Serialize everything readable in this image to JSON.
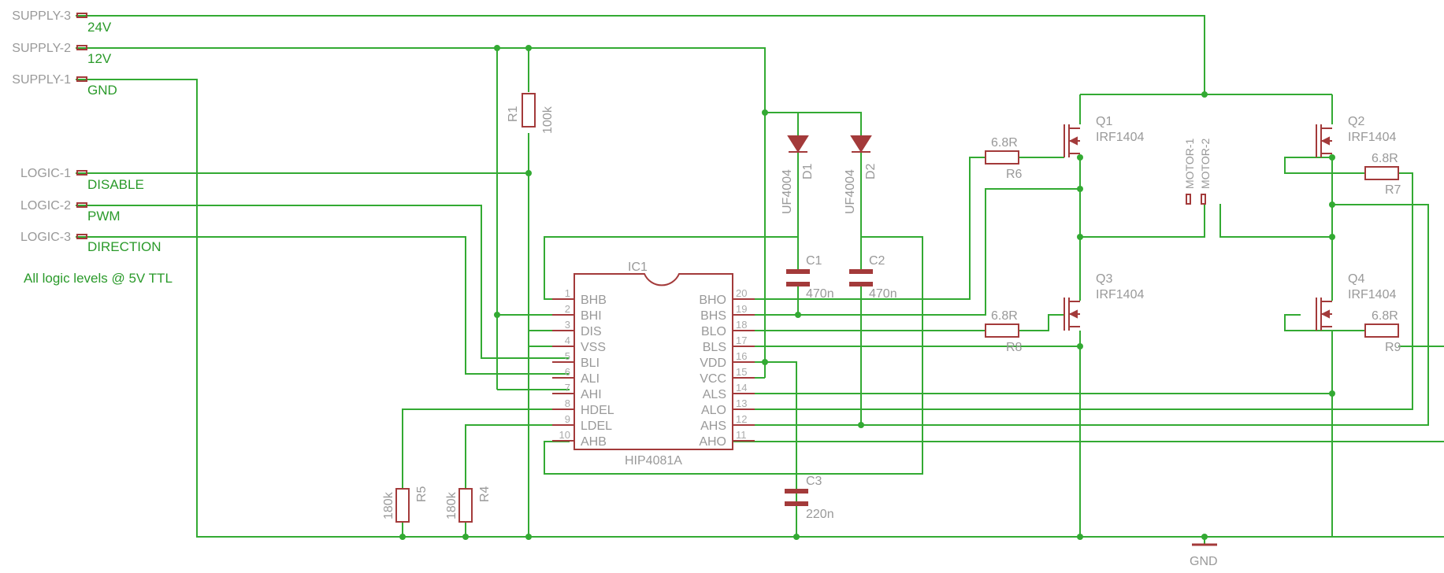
{
  "connectors": {
    "supply3": "SUPPLY-3",
    "supply2": "SUPPLY-2",
    "supply1": "SUPPLY-1",
    "logic1": "LOGIC-1",
    "logic2": "LOGIC-2",
    "logic3": "LOGIC-3",
    "motor1": "MOTOR-1",
    "motor2": "MOTOR-2"
  },
  "nets": {
    "v24": "24V",
    "v12": "12V",
    "gnd": "GND",
    "disable": "DISABLE",
    "pwm": "PWM",
    "direction": "DIRECTION",
    "gnd_symbol": "GND"
  },
  "note": "All logic levels @ 5V TTL",
  "ic": {
    "name": "IC1",
    "value": "HIP4081A",
    "left_pins": [
      {
        "num": "1",
        "name": "BHB"
      },
      {
        "num": "2",
        "name": "BHI"
      },
      {
        "num": "3",
        "name": "DIS"
      },
      {
        "num": "4",
        "name": "VSS"
      },
      {
        "num": "5",
        "name": "BLI"
      },
      {
        "num": "6",
        "name": "ALI"
      },
      {
        "num": "7",
        "name": "AHI"
      },
      {
        "num": "8",
        "name": "HDEL"
      },
      {
        "num": "9",
        "name": "LDEL"
      },
      {
        "num": "10",
        "name": "AHB"
      }
    ],
    "right_pins": [
      {
        "num": "20",
        "name": "BHO"
      },
      {
        "num": "19",
        "name": "BHS"
      },
      {
        "num": "18",
        "name": "BLO"
      },
      {
        "num": "17",
        "name": "BLS"
      },
      {
        "num": "16",
        "name": "VDD"
      },
      {
        "num": "15",
        "name": "VCC"
      },
      {
        "num": "14",
        "name": "ALS"
      },
      {
        "num": "13",
        "name": "ALO"
      },
      {
        "num": "12",
        "name": "AHS"
      },
      {
        "num": "11",
        "name": "AHO"
      }
    ]
  },
  "resistors": {
    "r1": {
      "name": "R1",
      "value": "100k"
    },
    "r4": {
      "name": "R4",
      "value": "180k"
    },
    "r5": {
      "name": "R5",
      "value": "180k"
    },
    "r6": {
      "name": "R6",
      "value": "6.8R"
    },
    "r7": {
      "name": "R7",
      "value": "6.8R"
    },
    "r8": {
      "name": "R8",
      "value": "6.8R"
    },
    "r9": {
      "name": "R9",
      "value": "6.8R"
    }
  },
  "capacitors": {
    "c1": {
      "name": "C1",
      "value": "470n"
    },
    "c2": {
      "name": "C2",
      "value": "470n"
    },
    "c3": {
      "name": "C3",
      "value": "220n"
    }
  },
  "diodes": {
    "d1": {
      "name": "D1",
      "value": "UF4004"
    },
    "d2": {
      "name": "D2",
      "value": "UF4004"
    }
  },
  "transistors": {
    "q1": {
      "name": "Q1",
      "value": "IRF1404"
    },
    "q2": {
      "name": "Q2",
      "value": "IRF1404"
    },
    "q3": {
      "name": "Q3",
      "value": "IRF1404"
    },
    "q4": {
      "name": "Q4",
      "value": "IRF1404"
    }
  },
  "colors": {
    "wire": "#33aa33",
    "part": "#a33a3a",
    "label": "#999999",
    "net_label": "#2a9a2a",
    "background": "#ffffff"
  }
}
